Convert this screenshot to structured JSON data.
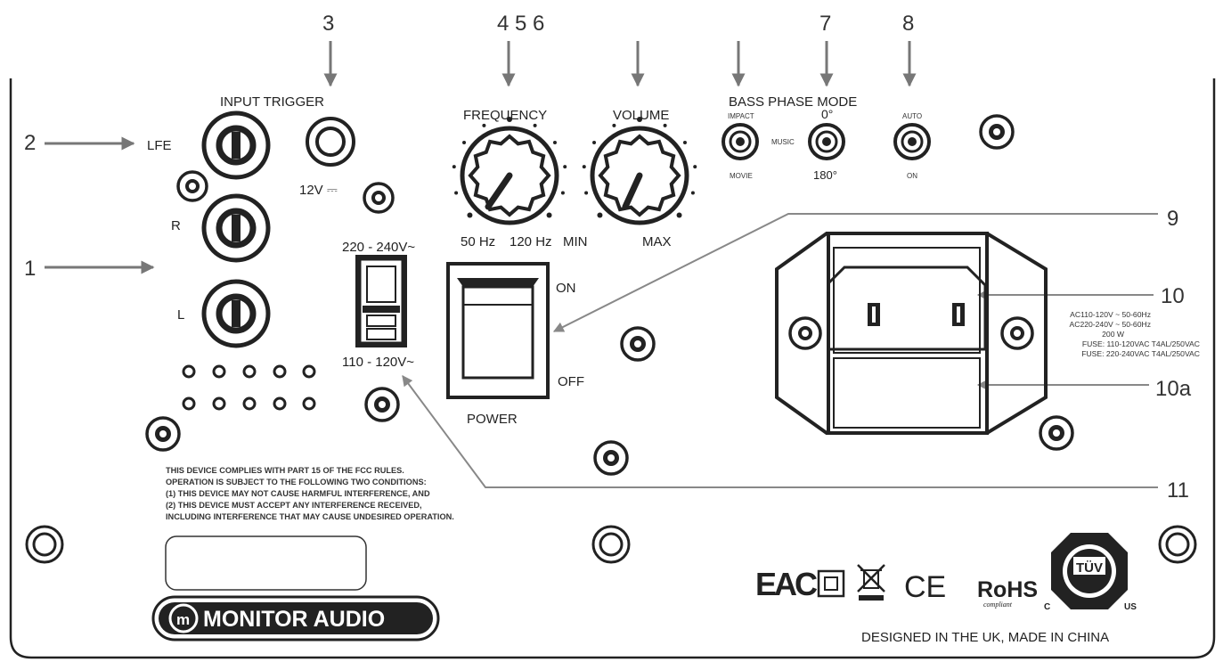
{
  "callouts": {
    "c1": "1",
    "c2": "2",
    "c3": "3",
    "c456": "4 5 6",
    "c7": "7",
    "c8": "8",
    "c9": "9",
    "c10": "10",
    "c10a": "10a",
    "c11": "11"
  },
  "inputs": {
    "trigger_title": "INPUT TRIGGER",
    "lfe": "LFE",
    "r": "R",
    "l": "L",
    "trigger_voltage": "12V ⎓"
  },
  "voltage": {
    "high": "220 - 240V~",
    "low": "110 - 120V~"
  },
  "controls": {
    "frequency": "FREQUENCY",
    "freq_min": "50 Hz",
    "freq_max": "120 Hz",
    "volume": "VOLUME",
    "vol_min": "MIN",
    "vol_max": "MAX"
  },
  "switches": {
    "header": "BASS PHASE MODE",
    "impact": "IMPACT",
    "music": "MUSIC",
    "movie": "MOVIE",
    "phase0": "0°",
    "phase180": "180°",
    "auto": "AUTO",
    "on": "ON"
  },
  "power": {
    "on": "ON",
    "off": "OFF",
    "label": "POWER"
  },
  "spec_lines": [
    "AC110-120V ~ 50-60Hz",
    "AC220-240V ~ 50-60Hz",
    "200 W",
    "FUSE: 110-120VAC T4AL/250VAC",
    "FUSE: 220-240VAC T4AL/250VAC"
  ],
  "fcc_lines": [
    "THIS DEVICE COMPLIES WITH PART 15 OF THE FCC RULES.",
    "OPERATION IS SUBJECT TO THE FOLLOWING TWO CONDITIONS:",
    "(1) THIS DEVICE MAY NOT CAUSE HARMFUL INTERFERENCE, AND",
    "(2) THIS DEVICE MUST ACCEPT ANY INTERFERENCE RECEIVED,",
    "INCLUDING INTERFERENCE THAT MAY CAUSE UNDESIRED OPERATION."
  ],
  "brand": "MONITOR AUDIO",
  "certs": {
    "eac": "EAC",
    "ce": "CE",
    "rohs": "RoHS",
    "rohs_sub": "compliant",
    "tuv": "TÜV",
    "tuv_c": "C",
    "tuv_us": "US"
  },
  "footer": "DESIGNED IN THE UK, MADE IN CHINA"
}
